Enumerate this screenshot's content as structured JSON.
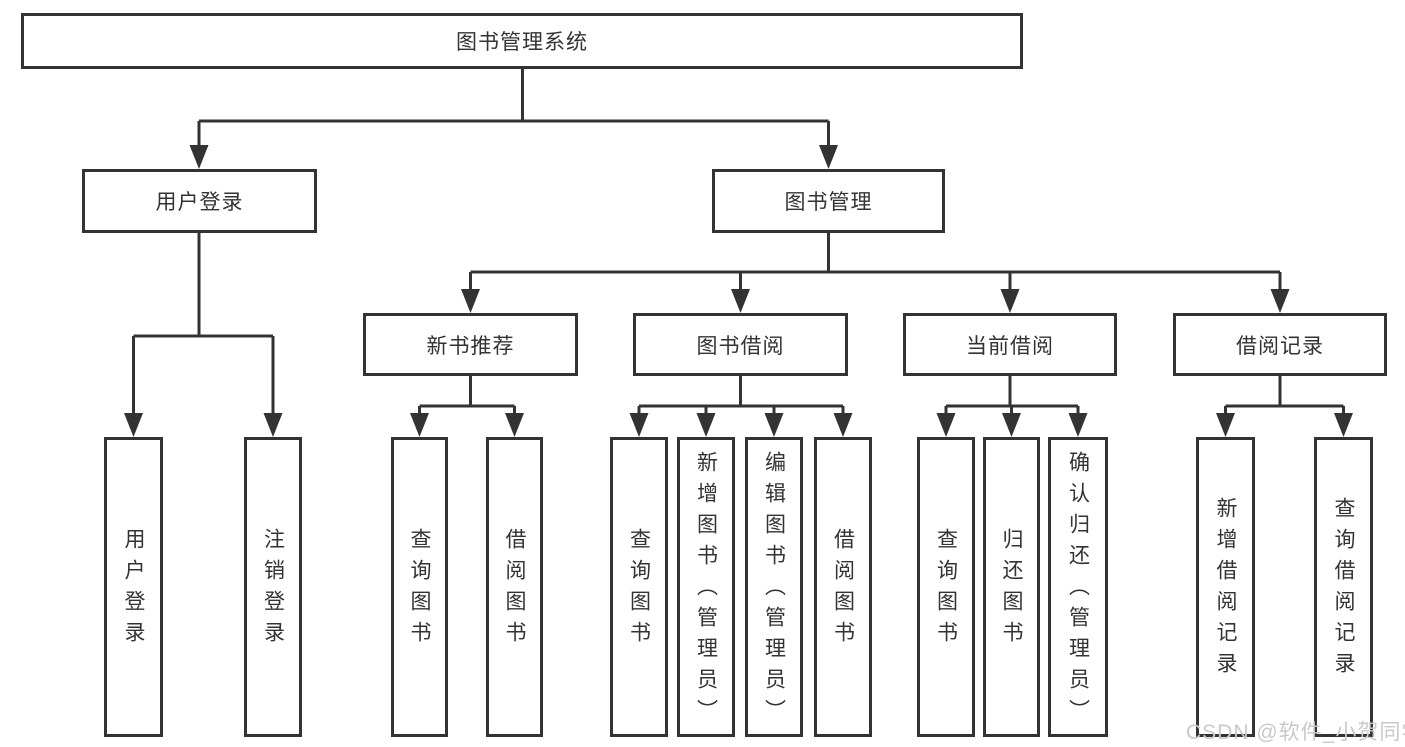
{
  "page": {
    "background": "#ffffff"
  },
  "diagram": {
    "type": "hierarchy",
    "line_color": "#333333",
    "text_color": "#333333",
    "tree": {
      "label": "图书管理系统",
      "children": [
        {
          "label": "用户登录",
          "children": [
            {
              "label": "用户登录"
            },
            {
              "label": "注销登录"
            }
          ]
        },
        {
          "label": "图书管理",
          "children": [
            {
              "label": "新书推荐",
              "children": [
                {
                  "label": "查询图书"
                },
                {
                  "label": "借阅图书"
                }
              ]
            },
            {
              "label": "图书借阅",
              "children": [
                {
                  "label": "查询图书"
                },
                {
                  "label": "新增图书（管理员）"
                },
                {
                  "label": "编辑图书（管理员）"
                },
                {
                  "label": "借阅图书"
                }
              ]
            },
            {
              "label": "当前借阅",
              "children": [
                {
                  "label": "查询图书"
                },
                {
                  "label": "归还图书"
                },
                {
                  "label": "确认归还（管理员）"
                }
              ]
            },
            {
              "label": "借阅记录",
              "children": [
                {
                  "label": "新增借阅记录"
                },
                {
                  "label": "查询借阅记录"
                }
              ]
            }
          ]
        }
      ]
    }
  },
  "watermark": {
    "text": "CSDN @软件_小贺同学",
    "color": "#c9c9c9"
  }
}
